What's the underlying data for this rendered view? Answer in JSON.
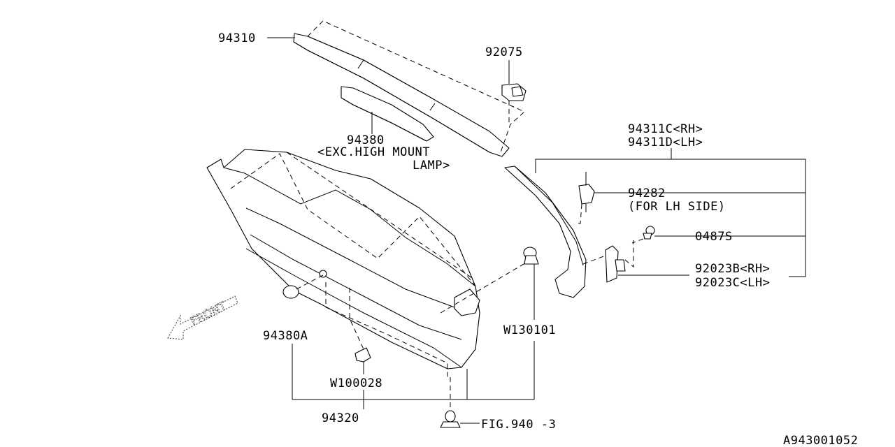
{
  "labels": {
    "p94310": "94310",
    "p92075": "92075",
    "p94380_line1": "94380",
    "p94380_line2": "<EXC.HIGH MOUNT",
    "p94380_line3": "LAMP>",
    "p94311_line1": "94311C<RH>",
    "p94311_line2": "94311D<LH>",
    "p94282_line1": "94282",
    "p94282_line2": "(FOR LH SIDE)",
    "p0487s": "0487S",
    "p92023_line1": "92023B<RH>",
    "p92023_line2": "92023C<LH>",
    "w130101": "W130101",
    "p94380a": "94380A",
    "w100028": "W100028",
    "p94320": "94320",
    "fig940": "FIG.940 -3",
    "front": "FRONT",
    "drawing_number": "A943001052"
  },
  "icons": {
    "front_arrow": "front-direction-arrow-icon"
  }
}
